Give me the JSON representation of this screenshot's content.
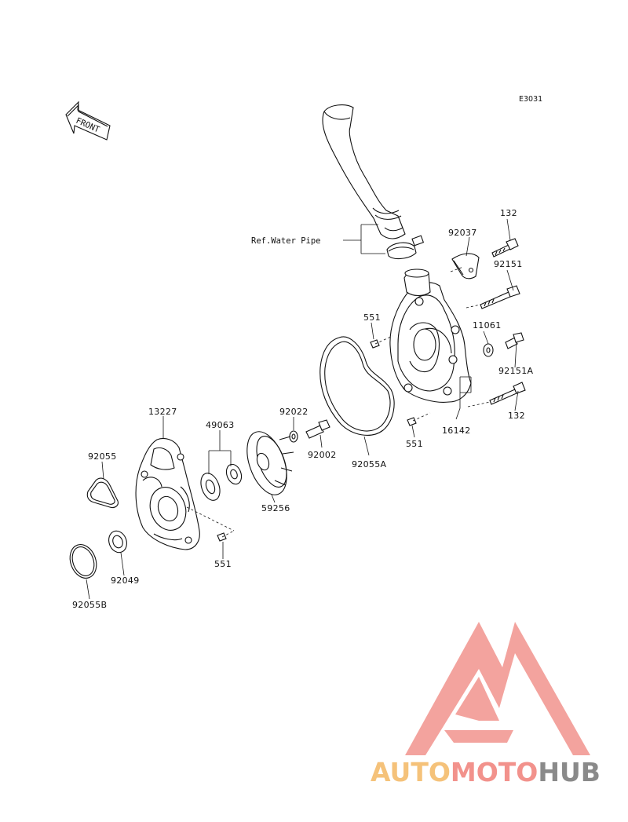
{
  "diagram_code": "E3031",
  "front_label": "FRONT",
  "ref_label": "Ref.Water Pipe",
  "parts": {
    "p132_top": "132",
    "p92037": "92037",
    "p92151": "92151",
    "p551_top": "551",
    "p11061": "11061",
    "p92151A": "92151A",
    "p132_bottom": "132",
    "p16142": "16142",
    "p551_mid": "551",
    "p92055A": "92055A",
    "p92022": "92022",
    "p92002": "92002",
    "p13227": "13227",
    "p49063": "49063",
    "p92055": "92055",
    "p59256": "59256",
    "p551_low": "551",
    "p92049": "92049",
    "p92055B": "92055B"
  },
  "watermark": {
    "word_1": "AUTO",
    "word_2": "MOTO",
    "word_3": "HUB",
    "color_1": "#f5c27a",
    "color_2": "#f2928c",
    "color_3": "#8a8a8a",
    "logo_color": "#f29a94"
  }
}
